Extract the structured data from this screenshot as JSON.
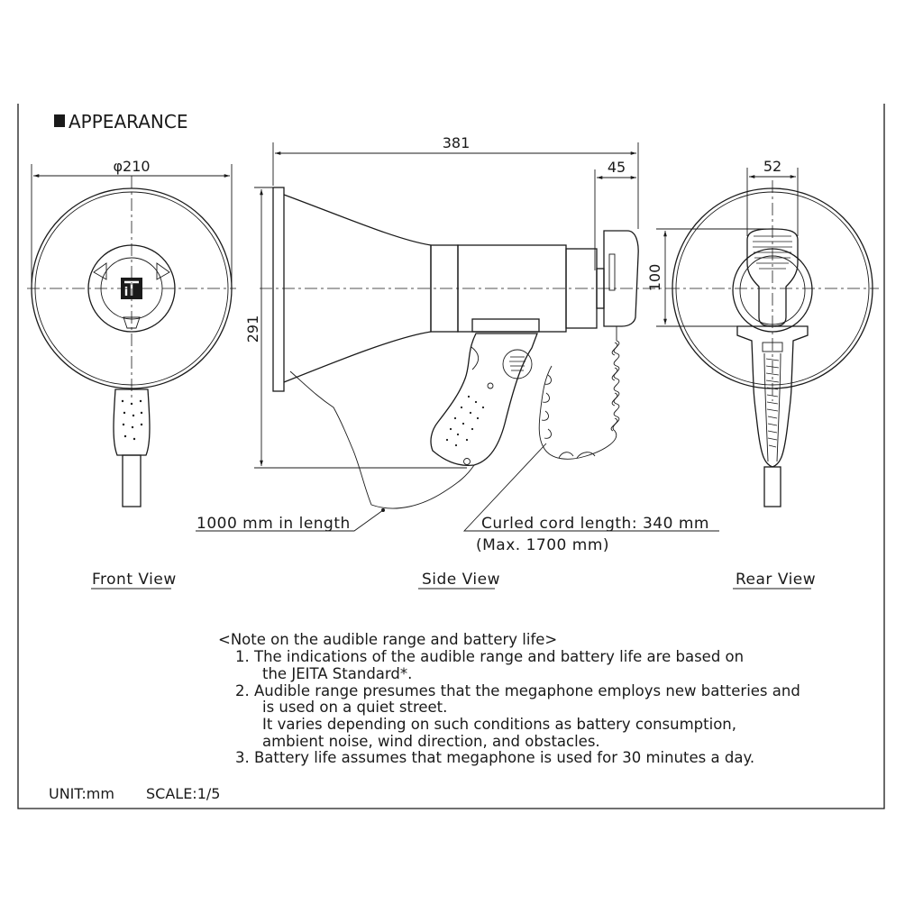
{
  "title": "APPEARANCE",
  "dimensions": {
    "front_diameter": "φ210",
    "total_length": "381",
    "mic_depth": "45",
    "mic_width": "52",
    "height": "291",
    "mic_height": "100"
  },
  "callouts": {
    "strap": "1000 mm in length",
    "cord": "Curled cord length: 340 mm",
    "cord_max": "(Max. 1700 mm)"
  },
  "views": {
    "front": "Front View",
    "side": "Side View",
    "rear": "Rear View"
  },
  "note": {
    "heading": "<Note on the audible range and battery life>",
    "lines": [
      "1. The indications of the audible range and battery life are based on",
      "the JEITA Standard*.",
      "2. Audible range presumes that the megaphone employs new batteries and",
      "is used on a quiet street.",
      "It varies depending on such conditions as battery consumption,",
      "ambient noise, wind direction, and obstacles.",
      "3. Battery life assumes that megaphone is used for 30 minutes a day."
    ]
  },
  "footer": {
    "unit": "UNIT:mm",
    "scale": "SCALE:1/5"
  }
}
